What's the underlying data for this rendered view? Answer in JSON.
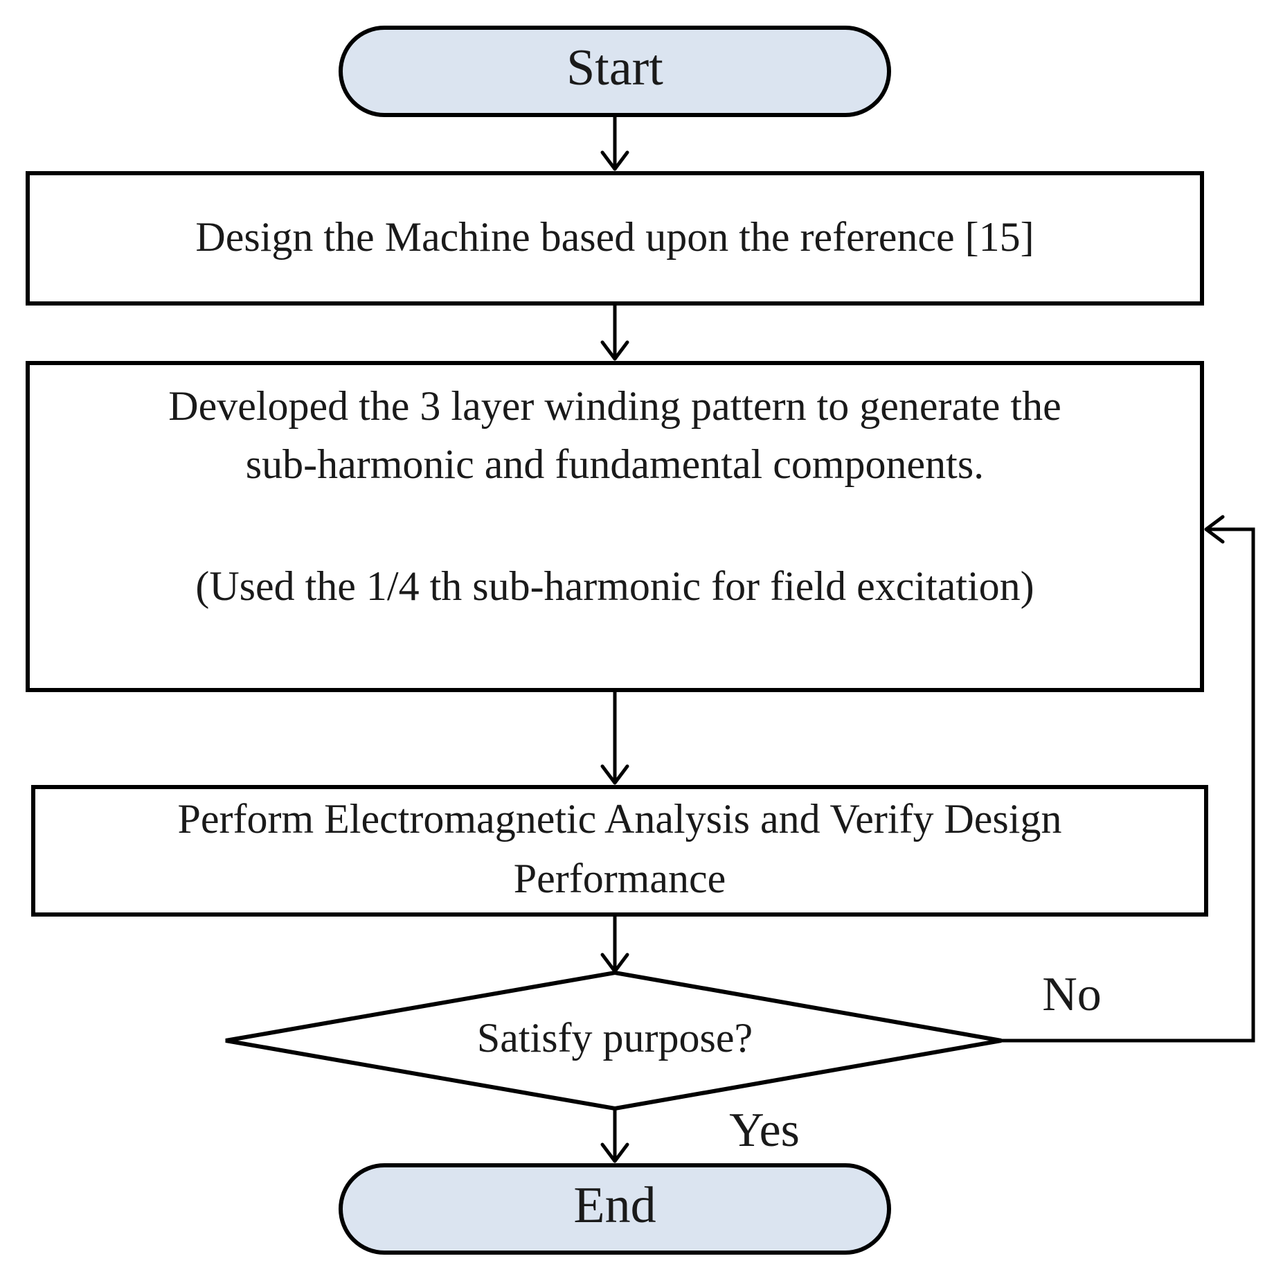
{
  "flowchart": {
    "colors": {
      "terminal_fill": "#dbe4f0",
      "process_fill": "#ffffff",
      "stroke": "#000000",
      "text": "#1a1a1a"
    },
    "nodes": {
      "start": {
        "shape": "terminal",
        "label": "Start"
      },
      "design": {
        "shape": "process",
        "label": "Design the Machine based upon the reference [15]"
      },
      "winding": {
        "shape": "process",
        "lines": [
          "Developed the 3 layer winding pattern to generate the",
          "sub-harmonic and fundamental components.",
          "(Used the 1/4 th sub-harmonic for field excitation)"
        ]
      },
      "analysis": {
        "shape": "process",
        "lines": [
          "Perform Electromagnetic Analysis and Verify Design",
          "Performance"
        ]
      },
      "decision": {
        "shape": "decision",
        "label": "Satisfy purpose?"
      },
      "end": {
        "shape": "terminal",
        "label": "End"
      }
    },
    "edges": [
      {
        "from": "start",
        "to": "design"
      },
      {
        "from": "design",
        "to": "winding"
      },
      {
        "from": "winding",
        "to": "analysis"
      },
      {
        "from": "analysis",
        "to": "decision"
      },
      {
        "from": "decision",
        "to": "end",
        "label": "Yes"
      },
      {
        "from": "decision",
        "to": "winding",
        "label": "No"
      }
    ]
  }
}
